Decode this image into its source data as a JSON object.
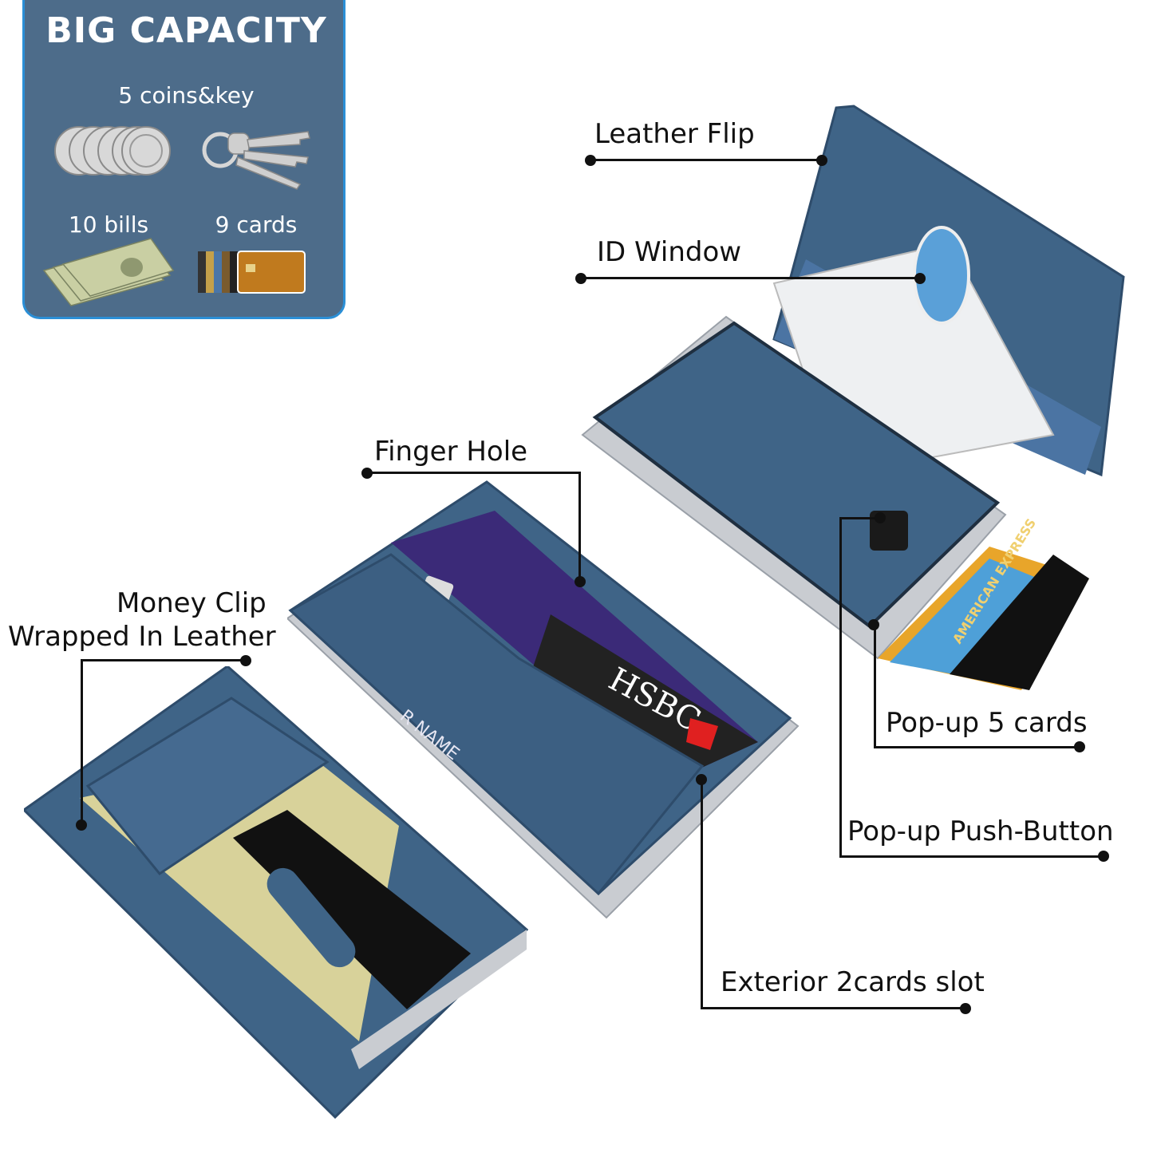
{
  "panel": {
    "title": "BIG CAPACITY",
    "coins_label": "5 coins&key",
    "bills_label": "10 bills",
    "cards_label": "9 cards",
    "bg_color": "#4d6c8a",
    "border_color": "#2b8fd6"
  },
  "callouts": {
    "leather_flip": "Leather Flip",
    "id_window": "ID Window",
    "finger_hole": "Finger Hole",
    "money_clip_line1": "Money Clip",
    "money_clip_line2": "Wrapped In Leather",
    "popup_cards": "Pop-up 5 cards",
    "popup_button": "Pop-up Push-Button",
    "exterior_slot": "Exterior 2cards slot"
  },
  "product_text": {
    "bank": "HSBC",
    "card_name": "R NAME",
    "amex": "AMERICAN EXPRESS"
  },
  "colors": {
    "leather": "#3f6487",
    "leather_dark": "#2e4c6b",
    "aluminum": "#c9ccd1",
    "card_purple": "#3b2a78"
  }
}
